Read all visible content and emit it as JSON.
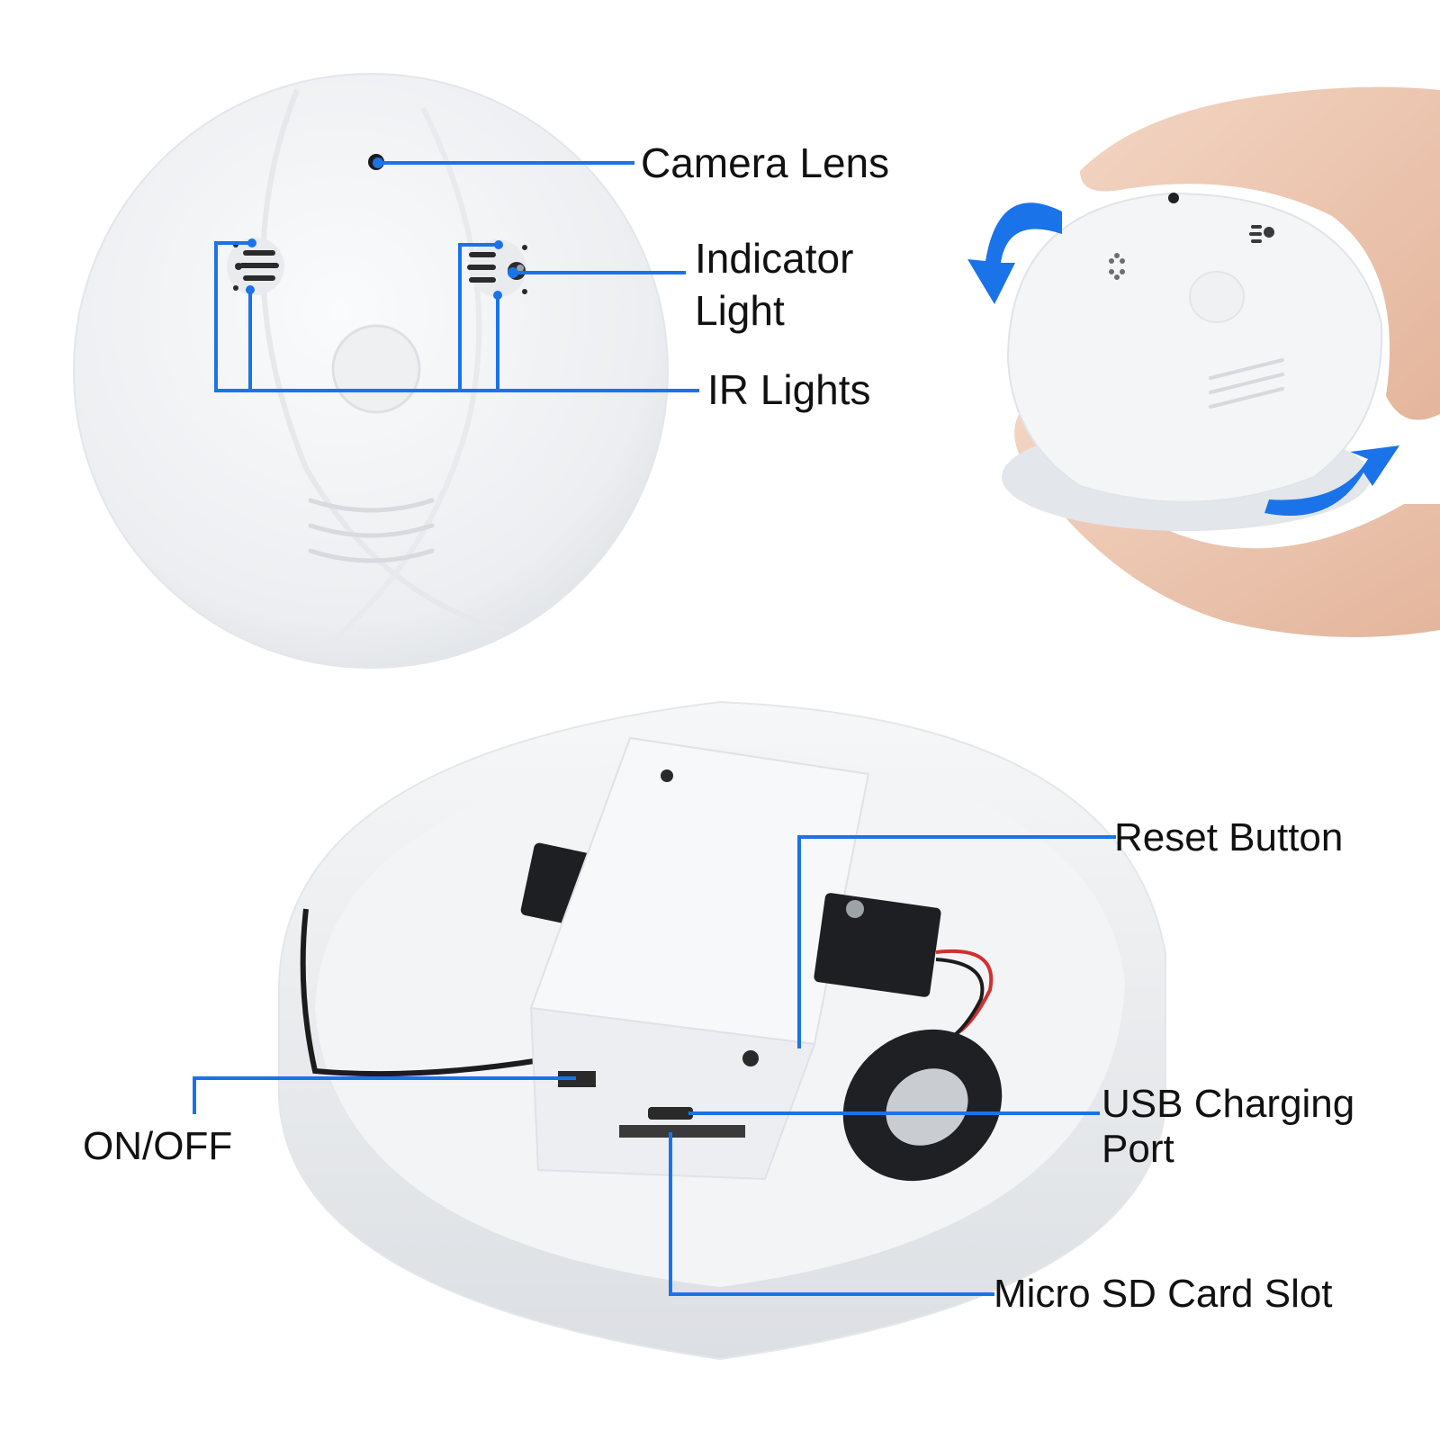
{
  "accent_color": "#1a73e8",
  "device_color": "#f1f2f4",
  "labels": {
    "camera_lens": "Camera Lens",
    "indicator_light_line1": "Indicator",
    "indicator_light_line2": "Light",
    "ir_lights": "IR Lights",
    "reset_button": "Reset Button",
    "on_off": "ON/OFF",
    "usb_charging_port_line1": "USB Charging",
    "usb_charging_port_line2": "Port",
    "micro_sd_card_slot": "Micro SD Card Slot"
  }
}
